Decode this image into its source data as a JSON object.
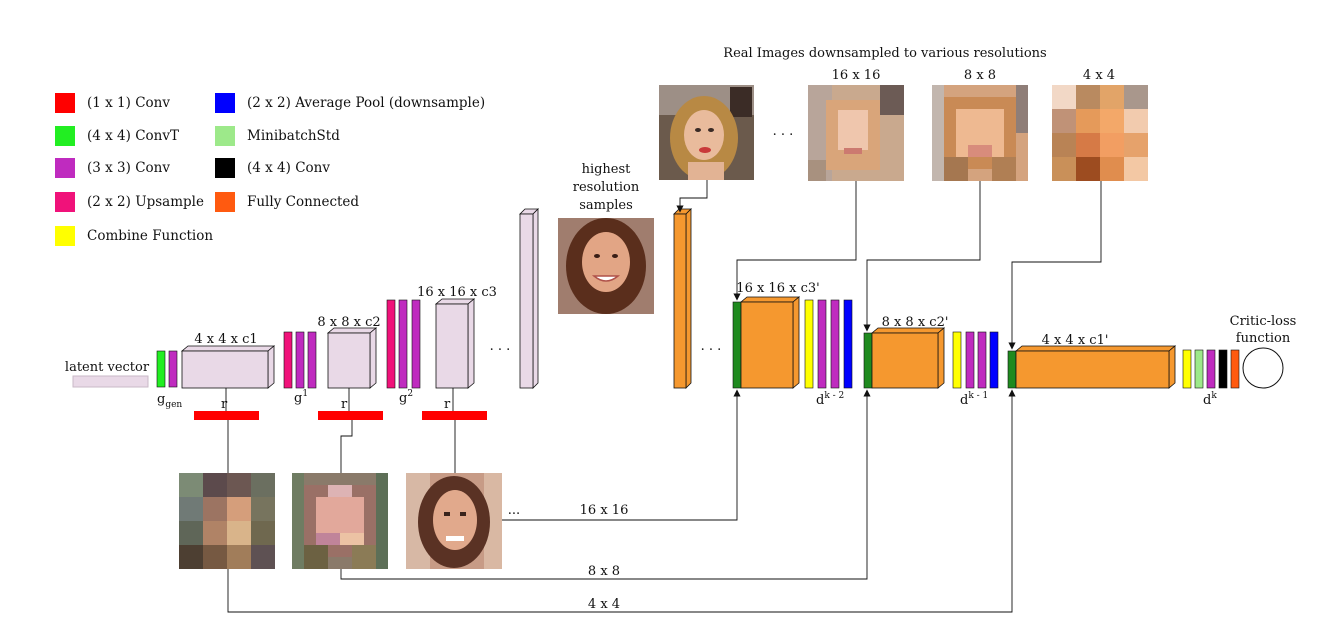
{
  "legend": [
    {
      "label": "(1 x 1) Conv",
      "color": "#ff0000"
    },
    {
      "label": "(4 x 4) ConvT",
      "color": "#22ee22"
    },
    {
      "label": "(3 x 3) Conv",
      "color": "#bf2bbf"
    },
    {
      "label": "(2 x 2) Upsample",
      "color": "#f0127a"
    },
    {
      "label": "Combine Function",
      "color": "#ffff00"
    },
    {
      "label": "(2 x 2) Average Pool (downsample)",
      "color": "#0000ff"
    },
    {
      "label": "MinibatchStd",
      "color": "#9de98a"
    },
    {
      "label": "(4 x 4) Conv",
      "color": "#000000"
    },
    {
      "label": "Fully Connected",
      "color": "#ff5a10"
    }
  ],
  "text": {
    "real_images_title": "Real Images downsampled to various resolutions",
    "res_16": "16 x 16",
    "res_8": "8 x 8",
    "res_4": "4 x 4",
    "ellipsis": ". . .",
    "highest_1": "highest",
    "highest_2": "resolution",
    "highest_3": "samples",
    "latent_vector": "latent vector",
    "gen_block1": "4 x 4 x c1",
    "gen_block2": "8 x 8 x c2",
    "gen_block3": "16 x 16 x c3",
    "g_gen_base": "g",
    "g_gen_sub": "gen",
    "g1_base": "g",
    "g1_sup": "1",
    "g2_base": "g",
    "g2_sup": "2",
    "r_label": "r",
    "disc_block3": "16 x 16 x c3'",
    "disc_block2": "8 x 8 x c2'",
    "disc_block1": "4 x 4 x c1'",
    "d_base": "d",
    "dk2_sup": "k - 2",
    "dk1_sup": "k - 1",
    "dk_sup": "k",
    "critic_1": "Critic-loss",
    "critic_2": "function",
    "arrow_16": "16 x 16",
    "arrow_8": "8 x 8",
    "arrow_4": "4 x 4",
    "dots_row": "...",
    "dots_disc": ". . ."
  },
  "colors": {
    "block_gen": "#e9d9e7",
    "block_disc": "#f5982f",
    "red": "#ff0000",
    "green": "#22ee22",
    "purple": "#bf2bbf",
    "pink": "#f0127a",
    "yellow": "#ffff00",
    "blue": "#0000ff",
    "lightgreen": "#9de98a",
    "black": "#000000",
    "orange_fc": "#ff5a10",
    "dark_green": "#1f8a1f"
  }
}
